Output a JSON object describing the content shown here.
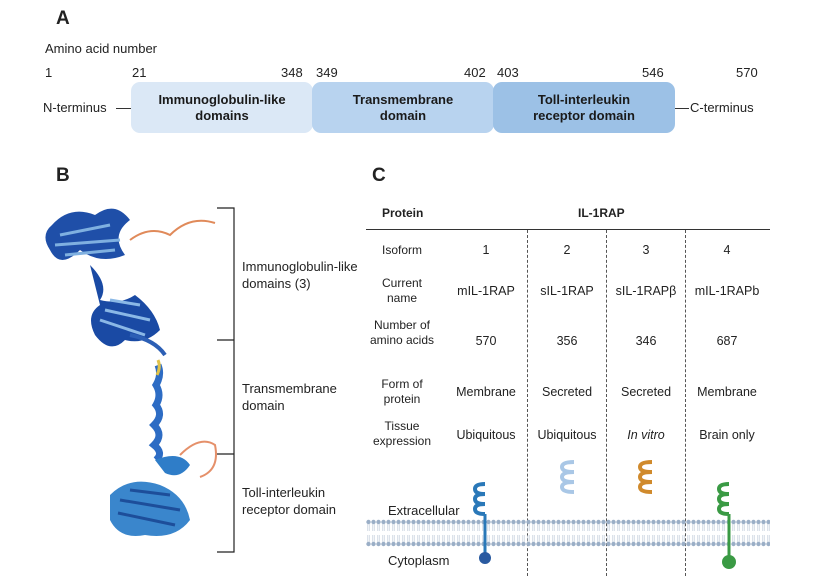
{
  "panel_a": {
    "letter": "A",
    "axis_label": "Amino acid number",
    "numbers": [
      "1",
      "21",
      "348",
      "349",
      "402",
      "403",
      "546",
      "570"
    ],
    "n_terminus": "N-terminus",
    "c_terminus": "C-terminus",
    "domains": [
      {
        "label": "Immunoglobulin-like domains",
        "color": "#dbe8f6"
      },
      {
        "label": "Transmembrane domain",
        "color": "#b8d3ef"
      },
      {
        "label": "Toll-interleukin receptor domain",
        "color": "#9cc1e6"
      }
    ]
  },
  "panel_b": {
    "letter": "B",
    "labels": [
      "Immunoglobulin-like domains (3)",
      "Transmembrane domain",
      "Toll-interleukin receptor domain"
    ]
  },
  "panel_c": {
    "letter": "C",
    "header_protein": "Protein",
    "header_name": "IL-1RAP",
    "row_labels": [
      "Isoform",
      "Current name",
      "Number of amino acids",
      "Form of protein",
      "Tissue expression"
    ],
    "isoforms": [
      {
        "isoform": "1",
        "name": "mIL-1RAP",
        "amino_acids": "570",
        "form": "Membrane",
        "tissue": "Ubiquitous",
        "color": "#2a78b8"
      },
      {
        "isoform": "2",
        "name": "sIL-1RAP",
        "amino_acids": "356",
        "form": "Secreted",
        "tissue": "Ubiquitous",
        "color": "#a9c7e6"
      },
      {
        "isoform": "3",
        "name": "sIL-1RAPβ",
        "amino_acids": "346",
        "form": "Secreted",
        "tissue": "In vitro",
        "color": "#d08a2c"
      },
      {
        "isoform": "4",
        "name": "mIL-1RAPb",
        "amino_acids": "687",
        "form": "Membrane",
        "tissue": "Brain only",
        "color": "#3a9a44"
      }
    ],
    "extracellular": "Extracellular",
    "cytoplasm": "Cytoplasm"
  }
}
